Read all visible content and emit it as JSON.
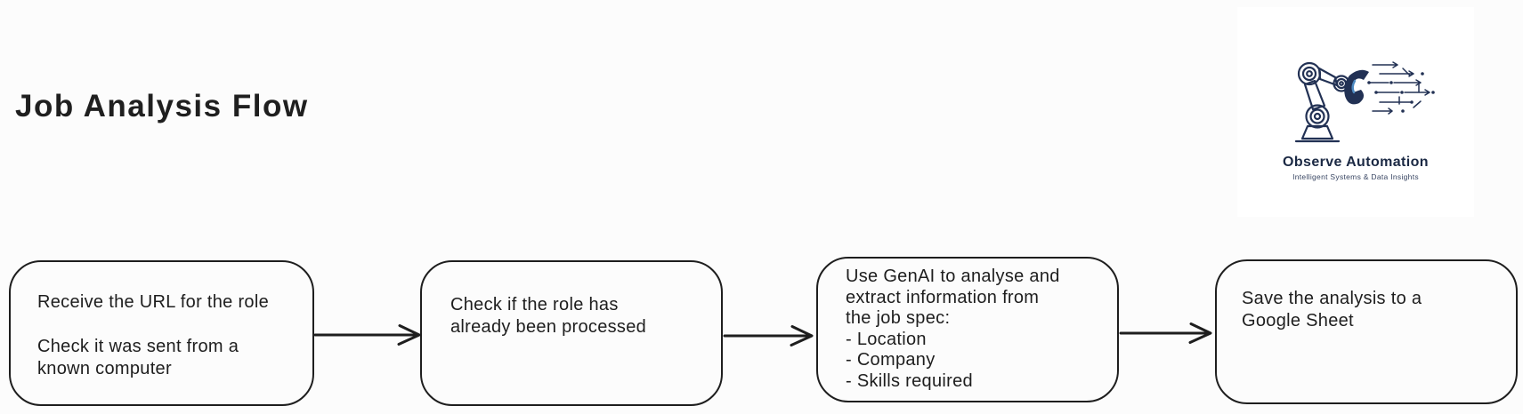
{
  "title": "Job Analysis Flow",
  "logo": {
    "name": "Observe Automation",
    "tagline": "Intelligent Systems & Data Insights",
    "brand_color": "#1b2944",
    "accent_color": "#4d8ac2",
    "icon": "robot-arm-with-circuit-icon"
  },
  "flow": {
    "nodes": [
      {
        "id": "receive-url",
        "lines": [
          "Receive the URL for the role",
          "",
          "Check it was sent from a",
          "known computer"
        ]
      },
      {
        "id": "check-processed",
        "lines": [
          "Check if the role has",
          "already been processed"
        ]
      },
      {
        "id": "genai-analyse",
        "lines": [
          "Use GenAI to analyse and",
          "extract information from",
          "the job spec:",
          "- Location",
          "- Company",
          "- Skills required"
        ]
      },
      {
        "id": "save-sheet",
        "lines": [
          "Save the analysis to a",
          "Google Sheet"
        ]
      }
    ],
    "connectors": [
      {
        "from": "receive-url",
        "to": "check-processed"
      },
      {
        "from": "check-processed",
        "to": "genai-analyse"
      },
      {
        "from": "genai-analyse",
        "to": "save-sheet"
      }
    ]
  },
  "colors": {
    "stroke": "#1e1e1e",
    "background": "#fcfcfc",
    "logo_card_background": "#ffffff"
  }
}
